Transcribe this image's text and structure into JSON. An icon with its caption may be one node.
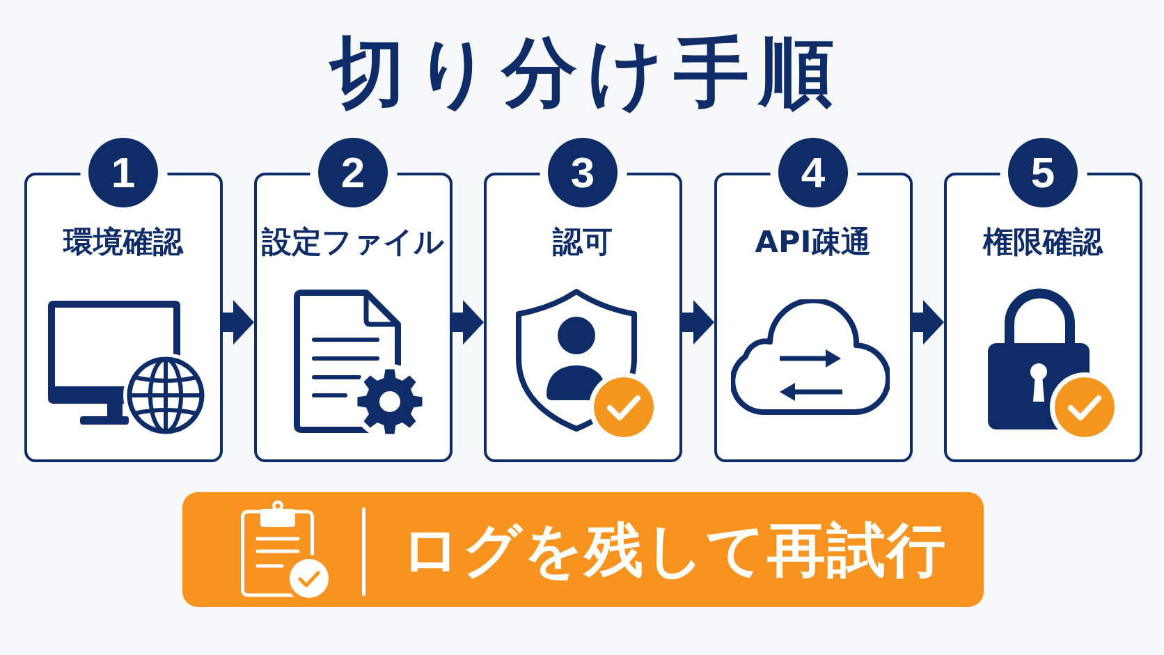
{
  "diagram": {
    "title": "切り分け手順",
    "nodes": [
      {
        "text": [
          "1",
          "環境確認"
        ]
      },
      {
        "text": [
          "2",
          "設定ファイル"
        ]
      },
      {
        "text": [
          "3",
          "認可"
        ]
      },
      {
        "text": [
          "4",
          "API疎通"
        ]
      },
      {
        "text": [
          "5",
          "権限確認"
        ]
      },
      {
        "text": [
          "ログを残して再試行"
        ]
      }
    ],
    "edges": [
      {
        "from": 0,
        "to": 1,
        "arrow": "to"
      },
      {
        "from": 1,
        "to": 2,
        "arrow": "to"
      },
      {
        "from": 2,
        "to": 3,
        "arrow": "to"
      },
      {
        "from": 3,
        "to": 4,
        "arrow": "to"
      }
    ]
  }
}
